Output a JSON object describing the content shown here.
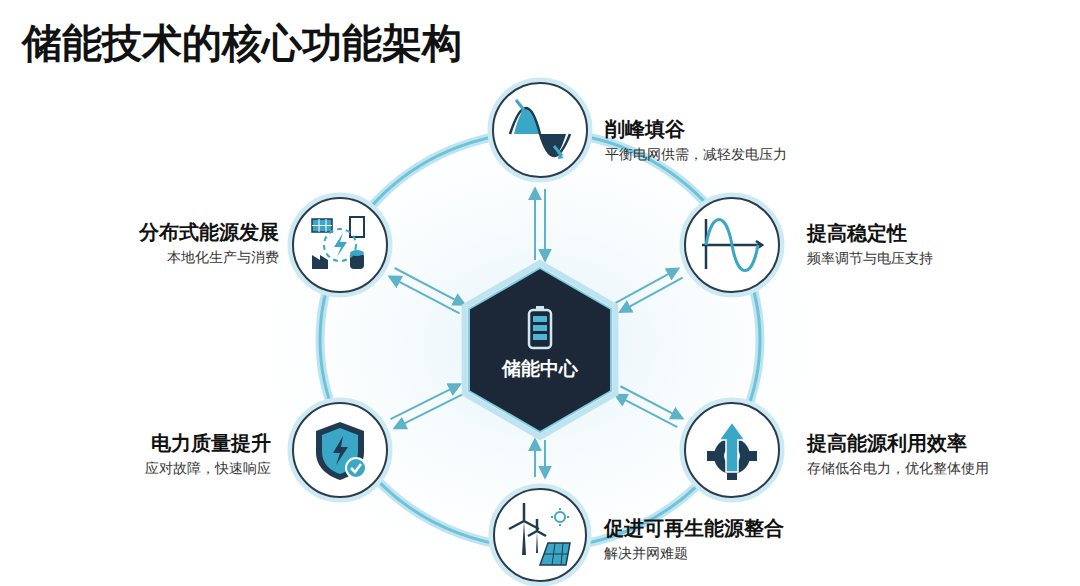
{
  "diagram": {
    "title": "储能技术的核心功能架构",
    "nodes": [
      {
        "text": [
          "削峰填谷",
          "平衡电网供需，减轻发电压力"
        ]
      },
      {
        "text": [
          "分布式能源发展",
          "本地化生产与消费"
        ]
      },
      {
        "text": [
          "提高稳定性",
          "频率调节与电压支持"
        ]
      },
      {
        "text": [
          "储能中心"
        ]
      },
      {
        "text": [
          "电力质量提升",
          "应对故障，快速响应"
        ]
      },
      {
        "text": [
          "提高能源利用效率",
          "存储低谷电力，优化整体使用"
        ]
      },
      {
        "text": [
          "促进可再生能源整合",
          "解决并网难题"
        ]
      }
    ],
    "edges": [
      {
        "from": 3,
        "to": 0,
        "arrow": "both"
      },
      {
        "from": 3,
        "to": 1,
        "arrow": "both"
      },
      {
        "from": 3,
        "to": 2,
        "arrow": "both"
      },
      {
        "from": 3,
        "to": 4,
        "arrow": "both"
      },
      {
        "from": 3,
        "to": 5,
        "arrow": "both"
      },
      {
        "from": 3,
        "to": 6,
        "arrow": "both"
      }
    ]
  }
}
